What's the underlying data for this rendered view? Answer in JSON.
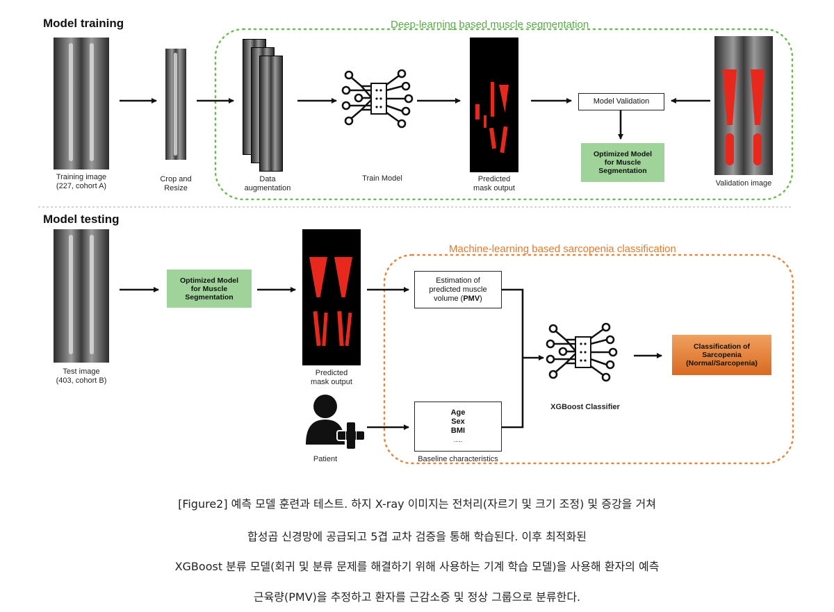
{
  "training": {
    "title": "Model training",
    "region_title": "Deep-learning based muscle segmentation",
    "training_image_label_line1": "Training image",
    "training_image_label_line2": "(227, cohort A)",
    "crop_label_line1": "Crop and",
    "crop_label_line2": "Resize",
    "augment_label_line1": "Data",
    "augment_label_line2": "augmentation",
    "train_model_label": "Train Model",
    "predicted_label_line1": "Predicted",
    "predicted_label_line2": "mask output",
    "model_validation": "Model Validation",
    "optimized_line1": "Optimized Model",
    "optimized_line2": "for Muscle",
    "optimized_line3": "Segmentation",
    "validation_image_label": "Validation image"
  },
  "testing": {
    "title": "Model testing",
    "region_title": "Machine-learning based sarcopenia classification",
    "test_image_label_line1": "Test image",
    "test_image_label_line2": "(403, cohort B)",
    "optimized_line1": "Optimized Model",
    "optimized_line2": "for Muscle",
    "optimized_line3": "Segmentation",
    "predicted_label_line1": "Predicted",
    "predicted_label_line2": "mask output",
    "estimation_line1": "Estimation of",
    "estimation_line2": "predicted muscle",
    "estimation_line3_prefix": "volume (",
    "estimation_line3_bold": "PMV",
    "estimation_line3_suffix": ")",
    "patient_label": "Patient",
    "baseline_items": [
      "Age",
      "Sex",
      "BMI",
      "....."
    ],
    "baseline_label": "Baseline characteristics",
    "classifier_label": "XGBoost Classifier",
    "classification_line1": "Classification of",
    "classification_line2": "Sarcopenia",
    "classification_line3": "(Normal/Sarcopenia)"
  },
  "caption": {
    "line1": "[Figure2] 예측 모델 훈련과 테스트. 하지 X-ray 이미지는 전처리(자르기 및 크기 조정) 및 증강을 거쳐",
    "line2": "합성곱 신경망에 공급되고 5겹 교차 검증을 통해 학습된다. 이후 최적화된",
    "line3": "XGBoost 분류 모델(회귀 및 분류 문제를 해결하기 위해 사용하는 기계 학습 모델)을 사용해 환자의 예측",
    "line4": "근육량(PMV)을 추정하고 환자를 근감소증 및 정상 그룹으로 분류한다."
  },
  "colors": {
    "green_region": "#5aa84a",
    "orange_region": "#e07a2e",
    "green_box": "#9fd39a",
    "orange_box": "#e8823a",
    "mask_red": "#e8281c"
  },
  "icons": [
    "neural-network-icon",
    "patient-add-icon",
    "arrow-icon"
  ]
}
